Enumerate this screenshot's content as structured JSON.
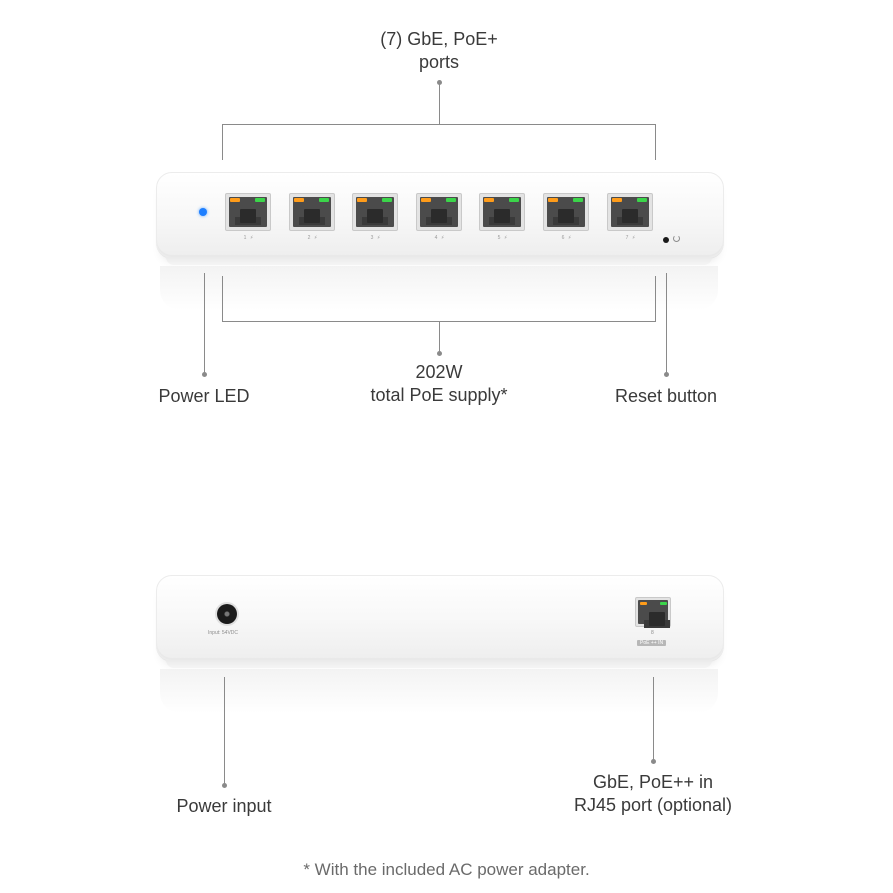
{
  "front": {
    "ports_callout": {
      "line1": "(7) GbE, PoE+",
      "line2": "ports"
    },
    "poe_callout": {
      "line1": "202W",
      "line2": "total PoE supply*"
    },
    "power_led_label": "Power LED",
    "reset_button_label": "Reset button",
    "port_numbers": [
      "1 ⚡",
      "2 ⚡",
      "3 ⚡",
      "4 ⚡",
      "5 ⚡",
      "6 ⚡",
      "7 ⚡"
    ],
    "led_color": "#1e7fff",
    "link_led_color": "#3bd54a",
    "activity_led_color": "#ff9c1a"
  },
  "rear": {
    "power_input_label": "Power input",
    "power_input_marking": "Input: 54VDC",
    "uplink_callout": {
      "line1": "GbE, PoE++ in",
      "line2": "RJ45 port (optional)"
    },
    "uplink_port_number": "8",
    "uplink_port_marking": "PoE ++ IN"
  },
  "footnote": "* With the included AC power adapter."
}
